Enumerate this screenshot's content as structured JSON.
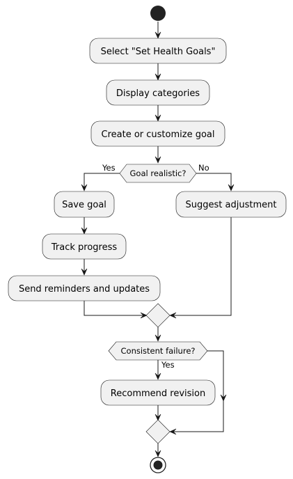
{
  "actions": {
    "select_goals": "Select \"Set Health Goals\"",
    "display_categories": "Display categories",
    "create_goal": "Create or customize goal",
    "save_goal": "Save goal",
    "suggest_adjustment": "Suggest adjustment",
    "track_progress": "Track progress",
    "send_reminders": "Send reminders and updates",
    "recommend_revision": "Recommend revision"
  },
  "decisions": {
    "goal_realistic": {
      "question": "Goal realistic?",
      "yes_label": "Yes",
      "no_label": "No"
    },
    "consistent_failure": {
      "question": "Consistent failure?",
      "yes_label": "Yes"
    }
  },
  "colors": {
    "node_fill": "#f1f1f1",
    "stroke": "#181818",
    "start_end": "#222222"
  }
}
